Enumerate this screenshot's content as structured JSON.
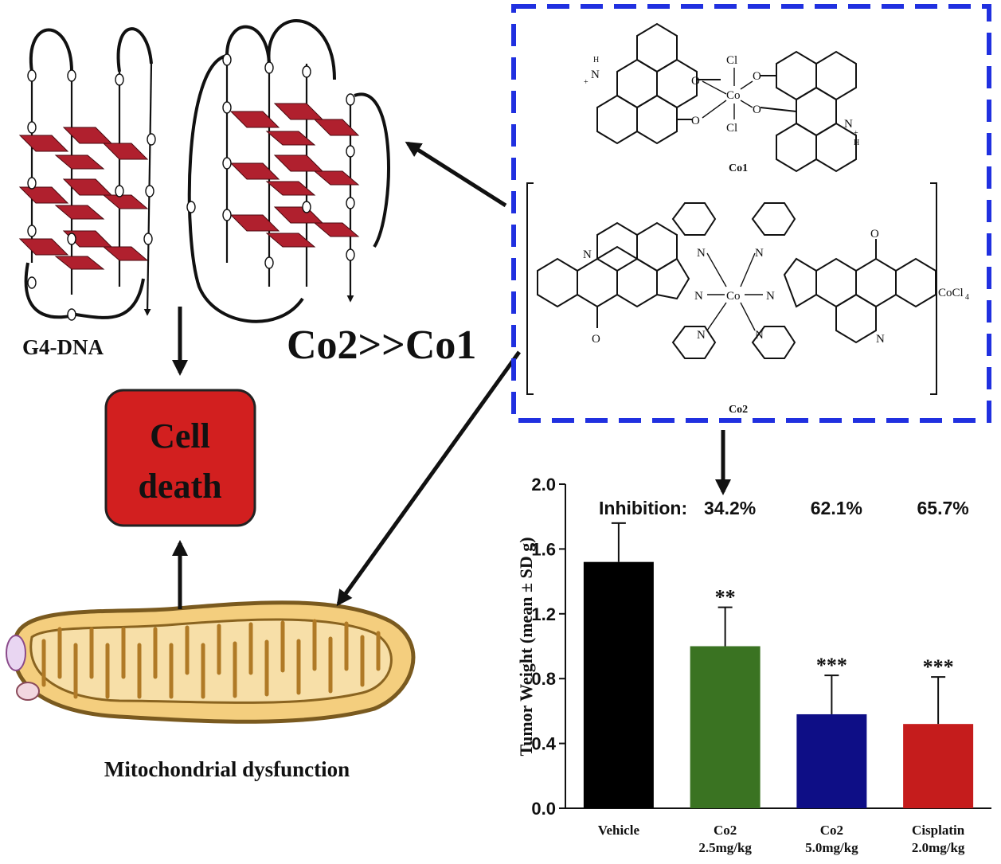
{
  "labels": {
    "g4_dna": "G4-DNA",
    "co_compare": "Co2>>Co1",
    "cell_death_line1": "Cell",
    "cell_death_line2": "death",
    "mito": "Mitochondrial dysfunction",
    "co1": "Co1",
    "co2": "Co2",
    "cocl4": "CoCl₄"
  },
  "colors": {
    "box_border": "#2030e0",
    "cell_death_fill": "#d21f1f",
    "tile": "#b0202e",
    "mito_fill": "#f4ce7e"
  },
  "chart_data": {
    "type": "bar",
    "ylabel": "Tumor Weight (mean ± SD g)",
    "ylim": [
      0.0,
      2.0
    ],
    "yticks": [
      "0.0",
      "0.4",
      "0.8",
      "1.2",
      "1.6",
      "2.0"
    ],
    "categories": [
      {
        "line1": "Vehicle",
        "line2": ""
      },
      {
        "line1": "Co2",
        "line2": "2.5mg/kg"
      },
      {
        "line1": "Co2",
        "line2": "5.0mg/kg"
      },
      {
        "line1": "Cisplatin",
        "line2": "2.0mg/kg"
      }
    ],
    "values": [
      1.52,
      1.0,
      0.58,
      0.52
    ],
    "errors": [
      0.24,
      0.24,
      0.24,
      0.29
    ],
    "colors": [
      "#000000",
      "#3a7322",
      "#0e0e86",
      "#c51c1c"
    ],
    "significance": [
      "",
      "**",
      "***",
      "***"
    ],
    "inhibition_label": "Inhibition:",
    "inhibition": [
      "",
      "34.2%",
      "62.1%",
      "65.7%"
    ]
  }
}
